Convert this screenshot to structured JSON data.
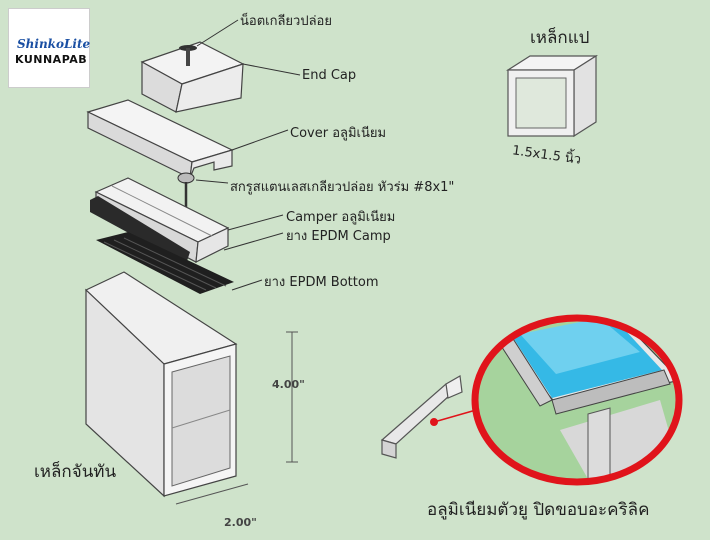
{
  "logo": {
    "line1": "ShinkoLite",
    "line2": "KUNNAPAB"
  },
  "labels": {
    "nut": "น็อตเกลียวปล่อย",
    "end_cap": "End Cap",
    "cover": "Cover อลูมิเนียม",
    "screw": "สกรูสแตนเลสเกลียวปล่อย หัวร่ม #8x1\"",
    "camper": "Camper อลูมิเนียม",
    "epdm_camp": "ยาง EPDM Camp",
    "epdm_bottom": "ยาง EPDM Bottom",
    "purlin_title": "เหล็กแป",
    "purlin_size": "1.5x1.5 นิ้ว",
    "rafter_title": "เหล็กจันทัน",
    "dim_height": "4.00\"",
    "dim_width": "2.00\"",
    "detail_caption": "อลูมิเนียมตัวยู ปิดขอบอะคริลิค"
  },
  "colors": {
    "background": "#cfe3cb",
    "callout_ring": "#e0141b",
    "acrylic": "#35b9e6",
    "metal": "#e6e6e6"
  }
}
